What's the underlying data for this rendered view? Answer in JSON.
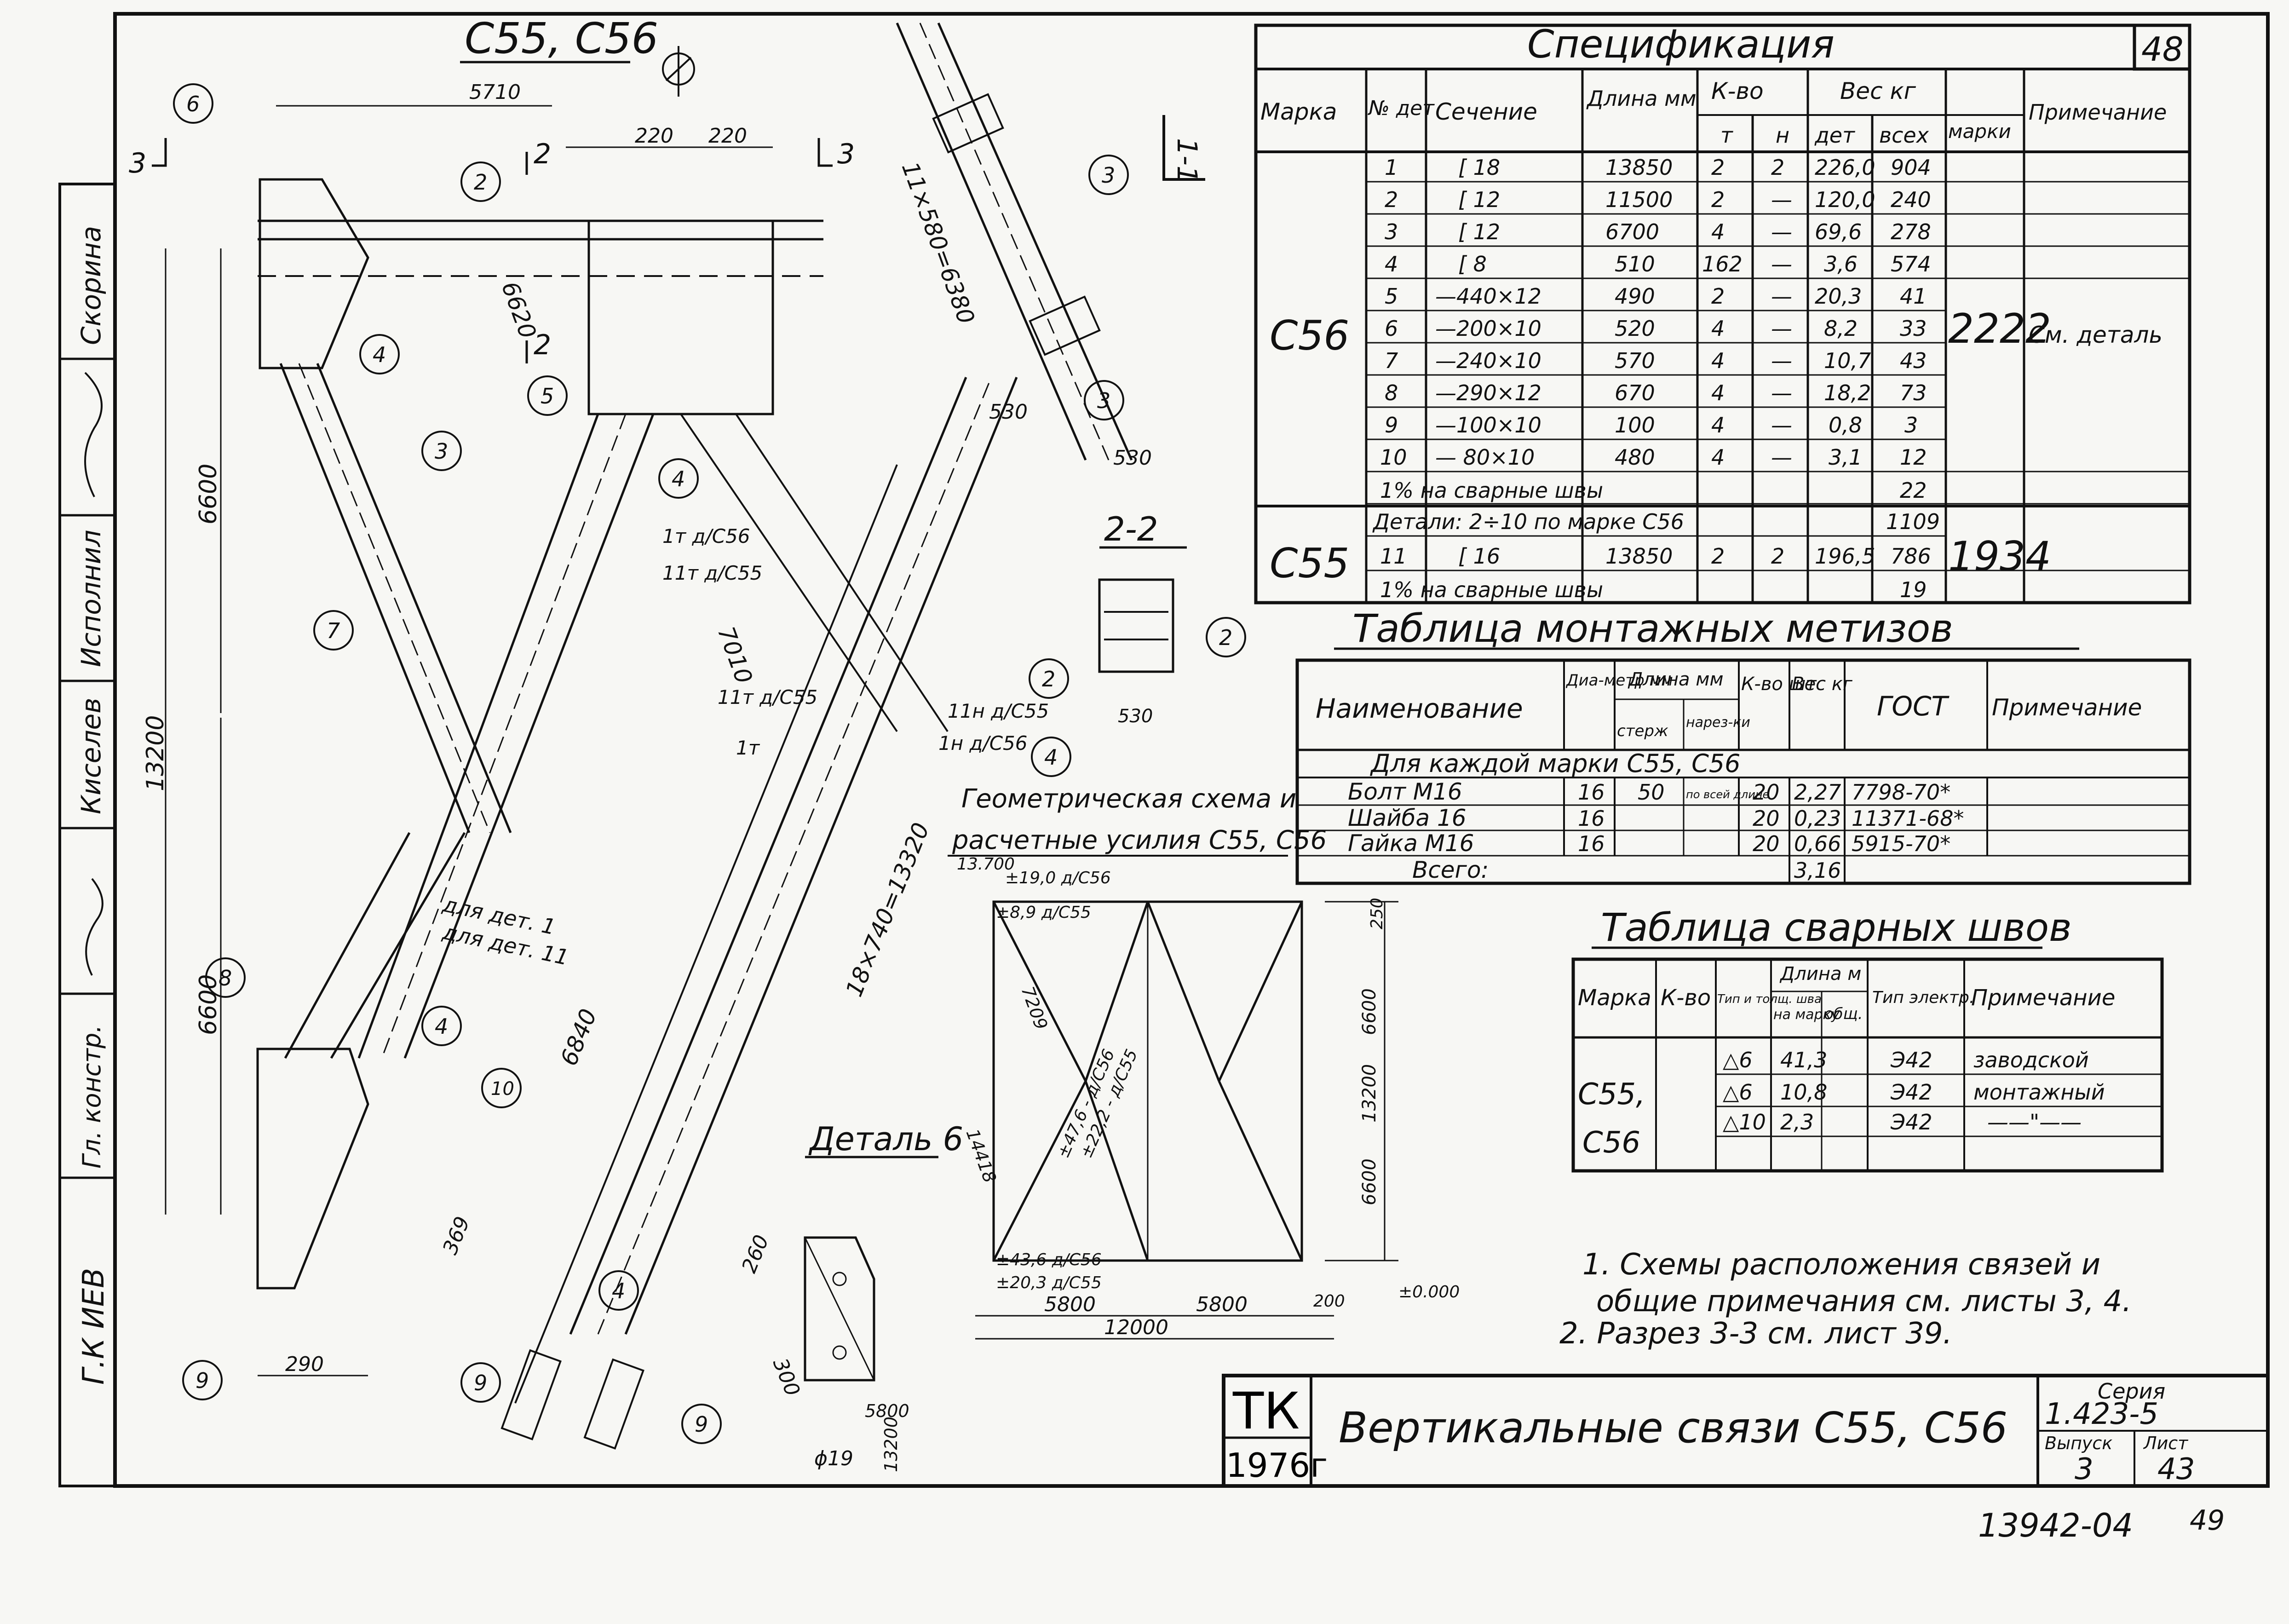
{
  "sheet": {
    "sheet_number": "48",
    "drawing_title": "С55, С56",
    "stamp_tk": "ТК",
    "stamp_year": "1976г",
    "title_block_title": "Вертикальные связи С55, С56",
    "series_label": "Серия",
    "series_value": "1.423-5",
    "issue_label": "Выпуск",
    "issue_value": "3",
    "list_label": "Лист",
    "list_value": "43",
    "archive_number": "13942-04",
    "archive_page": "49",
    "gkiev": "Г.К ИЕВ",
    "side_stamp": [
      {
        "role": "Гл. констр.",
        "name": ""
      },
      {
        "role": "",
        "name": "Киселев"
      },
      {
        "role": "Исполнил",
        "name": "Скорина"
      }
    ]
  },
  "specification": {
    "title": "Спецификация",
    "headers": {
      "marka": "Марка",
      "num": "№ дет",
      "section": "Сечение",
      "length": "Длина мм",
      "count": "К-во",
      "count_t": "т",
      "count_n": "н",
      "weight": "Вес кг",
      "w_det": "дет",
      "w_all": "всех",
      "w_marki": "марки",
      "note": "Примечание"
    },
    "c56_mark": "С56",
    "c56_weight": "2222",
    "c56_note": "См. деталь",
    "rows": [
      {
        "num": "1",
        "section": "[ 18",
        "length": "13850",
        "t": "2",
        "n": "2",
        "det": "226,0",
        "all": "904"
      },
      {
        "num": "2",
        "section": "[ 12",
        "length": "11500",
        "t": "2",
        "n": "—",
        "det": "120,0",
        "all": "240"
      },
      {
        "num": "3",
        "section": "[ 12",
        "length": "6700",
        "t": "4",
        "n": "—",
        "det": "69,6",
        "all": "278"
      },
      {
        "num": "4",
        "section": "[ 8",
        "length": "510",
        "t": "162",
        "n": "—",
        "det": "3,6",
        "all": "574"
      },
      {
        "num": "5",
        "section": "—440×12",
        "length": "490",
        "t": "2",
        "n": "—",
        "det": "20,3",
        "all": "41"
      },
      {
        "num": "6",
        "section": "—200×10",
        "length": "520",
        "t": "4",
        "n": "—",
        "det": "8,2",
        "all": "33"
      },
      {
        "num": "7",
        "section": "—240×10",
        "length": "570",
        "t": "4",
        "n": "—",
        "det": "10,7",
        "all": "43"
      },
      {
        "num": "8",
        "section": "—290×12",
        "length": "670",
        "t": "4",
        "n": "—",
        "det": "18,2",
        "all": "73"
      },
      {
        "num": "9",
        "section": "—100×10",
        "length": "100",
        "t": "4",
        "n": "—",
        "det": "0,8",
        "all": "3"
      },
      {
        "num": "10",
        "section": "— 80×10",
        "length": "480",
        "t": "4",
        "n": "—",
        "det": "3,1",
        "all": "12"
      }
    ],
    "c56_welds": "1% на сварные швы",
    "c56_welds_value": "22",
    "c55_mark": "С55",
    "c55_weight": "1934",
    "c55_details": "Детали: 2÷10 по марке С56",
    "c55_details_value": "1109",
    "c55_row": {
      "num": "11",
      "section": "[ 16",
      "length": "13850",
      "t": "2",
      "n": "2",
      "det": "196,5",
      "all": "786"
    },
    "c55_welds": "1% на сварные швы",
    "c55_welds_value": "19"
  },
  "fasteners": {
    "title": "Таблица монтажных метизов",
    "headers": {
      "name": "Наименование",
      "diam": "Диа-метр мм",
      "length": "Длина мм",
      "l_rod": "стерж",
      "l_thread": "нарез-ки",
      "count": "К-во шт",
      "weight": "Вес кг",
      "gost": "ГОСТ",
      "note": "Примечание"
    },
    "group": "Для каждой марки С55, С56",
    "rows": [
      {
        "name": "Болт М16",
        "diam": "16",
        "l_rod": "50",
        "l_thread": "по всей длине",
        "count": "20",
        "weight": "2,27",
        "gost": "7798-70*"
      },
      {
        "name": "Шайба 16",
        "diam": "16",
        "l_rod": "",
        "l_thread": "",
        "count": "20",
        "weight": "0,23",
        "gost": "11371-68*"
      },
      {
        "name": "Гайка М16",
        "diam": "16",
        "l_rod": "",
        "l_thread": "",
        "count": "20",
        "weight": "0,66",
        "gost": "5915-70*"
      }
    ],
    "total_label": "Всего:",
    "total_value": "3,16"
  },
  "welds": {
    "title": "Таблица сварных швов",
    "headers": {
      "marka": "Марка",
      "count": "К-во",
      "type": "Тип и толщ. шва",
      "length": "Длина м",
      "l_mark": "на марку",
      "l_total": "общ.",
      "electrode": "Тип электр.",
      "note": "Примечание"
    },
    "mark1": "С55,",
    "mark2": "С56",
    "rows": [
      {
        "type": "△6",
        "len": "41,3",
        "el": "Э42",
        "note": "заводской"
      },
      {
        "type": "△6",
        "len": "10,8",
        "el": "Э42",
        "note": "монтажный"
      },
      {
        "type": "△10",
        "len": "2,3",
        "el": "Э42",
        "note": "——\"——"
      }
    ]
  },
  "notes": [
    "1. Схемы расположения связей и",
    "общие примечания см. листы 3, 4.",
    "2. Разрез 3-3 см. лист 39."
  ],
  "labels": {
    "section22": "2-2",
    "section11": "1-1",
    "detail6": "Деталь 6",
    "geom_title1": "Геометрическая схема и",
    "geom_title2": "расчетные усилия С55, С56",
    "for_det1": "для дет. 1",
    "for_det11": "для дет. 11",
    "d_5710": "5710",
    "d_13200": "13200",
    "d_6600a": "6600",
    "d_6600b": "6600",
    "d_6620": "6620",
    "d_7010": "7010",
    "d_6840": "6840",
    "d_11x580": "11×580=6380",
    "d_18x740": "18×740=13320",
    "d_12000": "12000",
    "d_5800a": "5800",
    "d_5800b": "5800",
    "d_530a": "530",
    "d_530b": "530",
    "d_530c": "530",
    "d_220a": "220",
    "d_220b": "220",
    "d_290": "290",
    "d_369": "369",
    "d_260": "260",
    "d_300": "300",
    "d_13700": "13.700",
    "d_0000": "±0.000",
    "d_phi19": "ϕ19",
    "d_5800c": "5800",
    "d_13200b": "13200",
    "f_19a": "±19,0 д/С56",
    "f_89a": "±8,9 д/С55",
    "f_476": "±47,6 - д/С56",
    "f_222": "±22,2 - д/С55",
    "f_436": "±43,6 д/С56",
    "f_203": "±20,3 д/С55",
    "geom_6600a": "6600",
    "geom_6600b": "6600",
    "geom_13200": "13200",
    "geom_7209": "7209",
    "geom_14418": "14418",
    "geom_250": "250",
    "geom_200": "200",
    "mark_1t": "1т",
    "mark_11t": "11т д/С55",
    "mark_11n": "11н д/С55",
    "mark_1n": "1н д/С56",
    "mark_1t_c56": "1т д/С56",
    "mark_11t_c55": "11т д/С55",
    "callouts": [
      "6",
      "2",
      "3",
      "4",
      "5",
      "4",
      "3",
      "7",
      "8",
      "4",
      "10",
      "9",
      "9",
      "9",
      "3",
      "4",
      "2",
      "2",
      "4"
    ]
  }
}
